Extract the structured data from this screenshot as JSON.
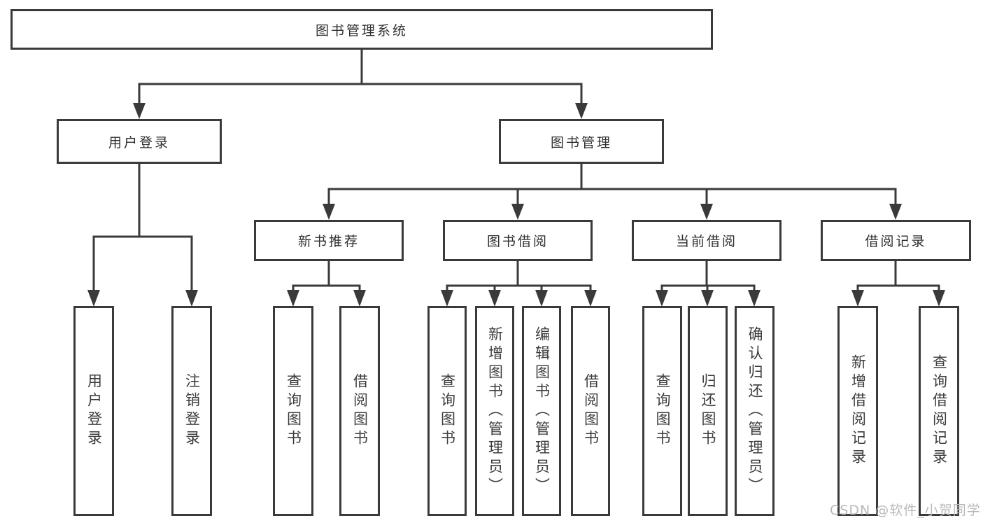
{
  "diagram": {
    "type": "hierarchy-tree",
    "colors": {
      "line": "#3a3a3a",
      "box_border": "#3a3a3a",
      "box_fill": "#ffffff",
      "text": "#2e2e2e",
      "watermark": "#b9b9b9",
      "background": "#ffffff"
    },
    "tree": {
      "root": {
        "label": "图书管理系统",
        "children": [
          {
            "label": "用户登录",
            "children": [
              {
                "label": "用户登录"
              },
              {
                "label": "注销登录"
              }
            ]
          },
          {
            "label": "图书管理",
            "children": [
              {
                "label": "新书推荐",
                "children": [
                  {
                    "label": "查询图书"
                  },
                  {
                    "label": "借阅图书"
                  }
                ]
              },
              {
                "label": "图书借阅",
                "children": [
                  {
                    "label": "查询图书"
                  },
                  {
                    "label": "新增图书（管理员）"
                  },
                  {
                    "label": "编辑图书（管理员）"
                  },
                  {
                    "label": "借阅图书"
                  }
                ]
              },
              {
                "label": "当前借阅",
                "children": [
                  {
                    "label": "查询图书"
                  },
                  {
                    "label": "归还图书"
                  },
                  {
                    "label": "确认归还（管理员）"
                  }
                ]
              },
              {
                "label": "借阅记录",
                "children": [
                  {
                    "label": "新增借阅记录"
                  },
                  {
                    "label": "查询借阅记录"
                  }
                ]
              }
            ]
          }
        ]
      }
    },
    "watermark": {
      "text": "CSDN @软件_小贺同学"
    }
  }
}
